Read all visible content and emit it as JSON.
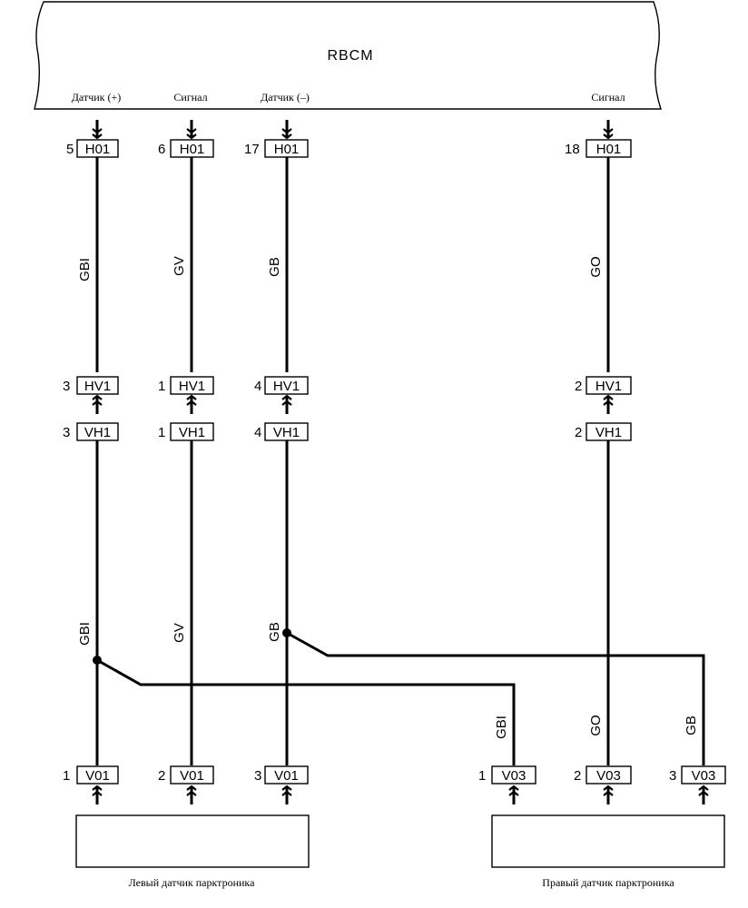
{
  "module": {
    "title": "RBCM",
    "pin_labels": [
      "Датчик (+)",
      "Сигнал",
      "Датчик (–)",
      "Сигнал"
    ]
  },
  "connectors": {
    "H01": "H01",
    "HV1": "HV1",
    "VH1": "VH1",
    "V01": "V01",
    "V03": "V03"
  },
  "top_pins": [
    "5",
    "6",
    "17",
    "18"
  ],
  "hv_pins": [
    "3",
    "1",
    "4",
    "2"
  ],
  "vh_pins": [
    "3",
    "1",
    "4",
    "2"
  ],
  "v01_pins": [
    "1",
    "2",
    "3"
  ],
  "v03_pins": [
    "1",
    "2",
    "3"
  ],
  "wire_colors_upper": [
    "GBI",
    "GV",
    "GB",
    "GO"
  ],
  "wire_colors_lower": [
    "GBI",
    "GV",
    "GB"
  ],
  "wire_colors_right": [
    "GBI",
    "GO",
    "GB"
  ],
  "sensors": {
    "left": "Левый датчик парктроника",
    "right": "Правый датчик парктроника"
  }
}
